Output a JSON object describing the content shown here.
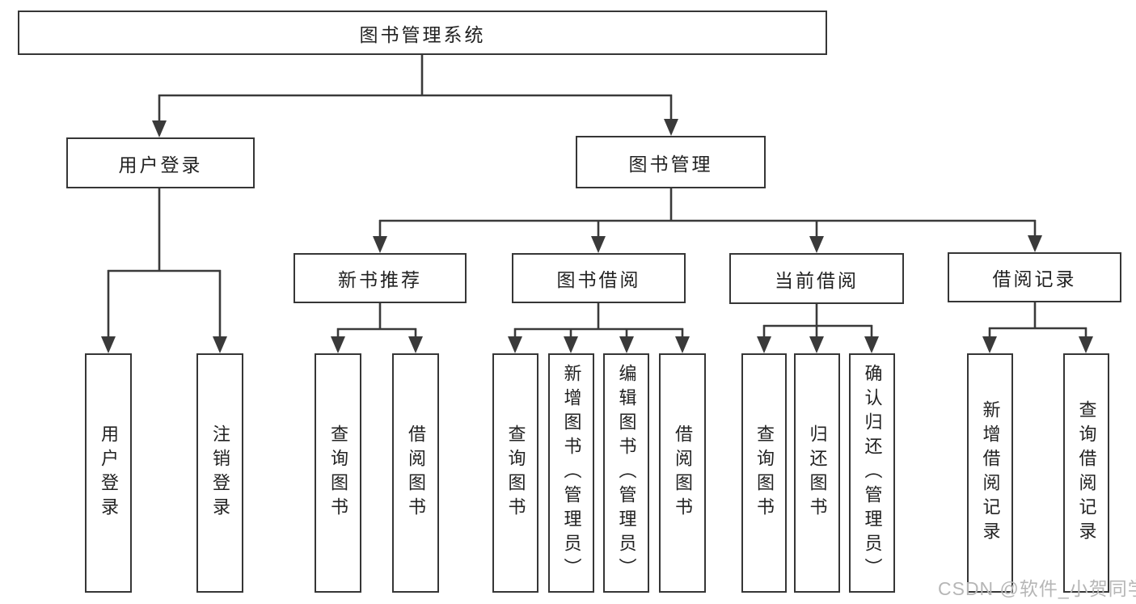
{
  "colors": {
    "line": "#3a3a3a",
    "border": "#363636",
    "text": "#222222",
    "bg": "#ffffff",
    "watermark": "#b6b6b6"
  },
  "watermark": {
    "text": "CSDN @软件_小贺同学"
  },
  "tree": {
    "label": "图书管理系统",
    "children": [
      {
        "label": "用户登录",
        "children": [
          {
            "label": "用户登录"
          },
          {
            "label": "注销登录"
          }
        ]
      },
      {
        "label": "图书管理",
        "children": [
          {
            "label": "新书推荐",
            "children": [
              {
                "label": "查询图书"
              },
              {
                "label": "借阅图书"
              }
            ]
          },
          {
            "label": "图书借阅",
            "children": [
              {
                "label": "查询图书"
              },
              {
                "label": "新增图书（管理员）"
              },
              {
                "label": "编辑图书（管理员）"
              },
              {
                "label": "借阅图书"
              }
            ]
          },
          {
            "label": "当前借阅",
            "children": [
              {
                "label": "查询图书"
              },
              {
                "label": "归还图书"
              },
              {
                "label": "确认归还（管理员）"
              }
            ]
          },
          {
            "label": "借阅记录",
            "children": [
              {
                "label": "新增借阅记录"
              },
              {
                "label": "查询借阅记录"
              }
            ]
          }
        ]
      }
    ]
  }
}
